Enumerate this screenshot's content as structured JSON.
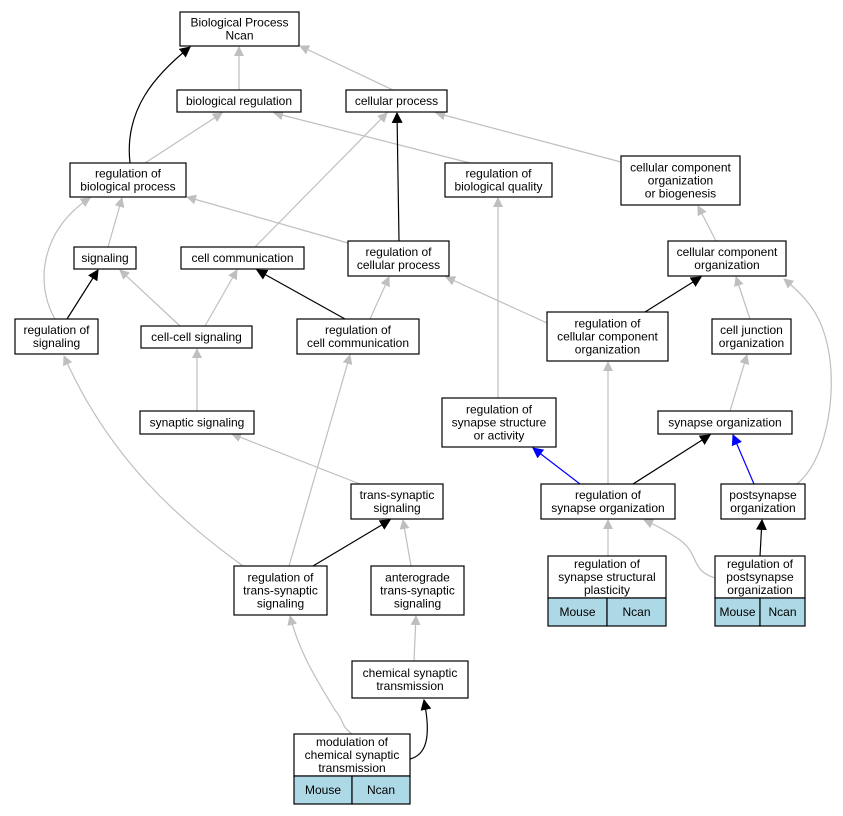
{
  "colors": {
    "gray": "#bfbfbf",
    "black": "#000000",
    "blue": "#0000ff",
    "tag_fill": "#add8e6"
  },
  "nodes": [
    {
      "id": "bp",
      "lines": [
        "Biological Process",
        "Ncan"
      ]
    },
    {
      "id": "breg",
      "lines": [
        "biological regulation"
      ]
    },
    {
      "id": "cp",
      "lines": [
        "cellular process"
      ]
    },
    {
      "id": "rbp",
      "lines": [
        "regulation of",
        "biological process"
      ]
    },
    {
      "id": "rbq",
      "lines": [
        "regulation of",
        "biological quality"
      ]
    },
    {
      "id": "ccob",
      "lines": [
        "cellular component",
        "organization",
        "or biogenesis"
      ]
    },
    {
      "id": "sig",
      "lines": [
        "signaling"
      ]
    },
    {
      "id": "cc",
      "lines": [
        "cell communication"
      ]
    },
    {
      "id": "rcp",
      "lines": [
        "regulation of",
        "cellular process"
      ]
    },
    {
      "id": "cco",
      "lines": [
        "cellular component",
        "organization"
      ]
    },
    {
      "id": "rsig",
      "lines": [
        "regulation of",
        "signaling"
      ]
    },
    {
      "id": "ccs",
      "lines": [
        "cell-cell signaling"
      ]
    },
    {
      "id": "rcc",
      "lines": [
        "regulation of",
        "cell communication"
      ]
    },
    {
      "id": "rcco",
      "lines": [
        "regulation of",
        "cellular component",
        "organization"
      ]
    },
    {
      "id": "cjo",
      "lines": [
        "cell junction",
        "organization"
      ]
    },
    {
      "id": "ssig",
      "lines": [
        "synaptic signaling"
      ]
    },
    {
      "id": "rssa",
      "lines": [
        "regulation of",
        "synapse structure",
        "or activity"
      ]
    },
    {
      "id": "so",
      "lines": [
        "synapse organization"
      ]
    },
    {
      "id": "tss",
      "lines": [
        "trans-synaptic",
        "signaling"
      ]
    },
    {
      "id": "rso",
      "lines": [
        "regulation of",
        "synapse organization"
      ]
    },
    {
      "id": "pso",
      "lines": [
        "postsynapse",
        "organization"
      ]
    },
    {
      "id": "rtss",
      "lines": [
        "regulation of",
        "trans-synaptic",
        "signaling"
      ]
    },
    {
      "id": "atss",
      "lines": [
        "anterograde",
        "trans-synaptic",
        "signaling"
      ]
    },
    {
      "id": "rssp",
      "lines": [
        "regulation of",
        "synapse structural",
        "plasticity"
      ],
      "tags": [
        "Mouse",
        "Ncan"
      ]
    },
    {
      "id": "rpso",
      "lines": [
        "regulation of",
        "postsynapse",
        "organization"
      ],
      "tags": [
        "Mouse",
        "Ncan"
      ]
    },
    {
      "id": "cst",
      "lines": [
        "chemical synaptic",
        "transmission"
      ]
    },
    {
      "id": "mcst",
      "lines": [
        "modulation of",
        "chemical synaptic",
        "transmission"
      ],
      "tags": [
        "Mouse",
        "Ncan"
      ]
    }
  ],
  "edges": [
    {
      "from": "breg",
      "to": "bp",
      "color": "gray"
    },
    {
      "from": "cp",
      "to": "bp",
      "color": "gray"
    },
    {
      "from": "rbp",
      "to": "bp",
      "color": "black"
    },
    {
      "from": "rbp",
      "to": "breg",
      "color": "gray"
    },
    {
      "from": "rbq",
      "to": "breg",
      "color": "gray"
    },
    {
      "from": "ccob",
      "to": "cp",
      "color": "gray"
    },
    {
      "from": "rcp",
      "to": "cp",
      "color": "black"
    },
    {
      "from": "cc",
      "to": "cp",
      "color": "gray"
    },
    {
      "from": "sig",
      "to": "rbp",
      "color": "gray"
    },
    {
      "from": "rsig",
      "to": "rbp",
      "color": "gray"
    },
    {
      "from": "rcp",
      "to": "rbp",
      "color": "gray"
    },
    {
      "from": "cco",
      "to": "ccob",
      "color": "gray"
    },
    {
      "from": "rsig",
      "to": "sig",
      "color": "black"
    },
    {
      "from": "ccs",
      "to": "sig",
      "color": "gray"
    },
    {
      "from": "ccs",
      "to": "cc",
      "color": "gray"
    },
    {
      "from": "rcc",
      "to": "cc",
      "color": "black"
    },
    {
      "from": "rcc",
      "to": "rcp",
      "color": "gray"
    },
    {
      "from": "rcco",
      "to": "rcp",
      "color": "gray"
    },
    {
      "from": "rcco",
      "to": "cco",
      "color": "black"
    },
    {
      "from": "cjo",
      "to": "cco",
      "color": "gray"
    },
    {
      "from": "pso",
      "to": "cco",
      "color": "gray"
    },
    {
      "from": "ssig",
      "to": "ccs",
      "color": "gray"
    },
    {
      "from": "so",
      "to": "cjo",
      "color": "gray"
    },
    {
      "from": "rssa",
      "to": "rbq",
      "color": "gray"
    },
    {
      "from": "rso",
      "to": "rcco",
      "color": "gray"
    },
    {
      "from": "rso",
      "to": "rssa",
      "color": "blue"
    },
    {
      "from": "rso",
      "to": "so",
      "color": "black"
    },
    {
      "from": "pso",
      "to": "so",
      "color": "blue"
    },
    {
      "from": "tss",
      "to": "ssig",
      "color": "gray"
    },
    {
      "from": "rtss",
      "to": "rsig",
      "color": "gray"
    },
    {
      "from": "rtss",
      "to": "rcc",
      "color": "gray"
    },
    {
      "from": "rtss",
      "to": "tss",
      "color": "black"
    },
    {
      "from": "atss",
      "to": "tss",
      "color": "gray"
    },
    {
      "from": "rssp",
      "to": "rso",
      "color": "gray"
    },
    {
      "from": "rpso",
      "to": "rso",
      "color": "gray"
    },
    {
      "from": "rpso",
      "to": "pso",
      "color": "black"
    },
    {
      "from": "cst",
      "to": "atss",
      "color": "gray"
    },
    {
      "from": "mcst",
      "to": "rtss",
      "color": "gray"
    },
    {
      "from": "mcst",
      "to": "cst",
      "color": "black"
    }
  ]
}
